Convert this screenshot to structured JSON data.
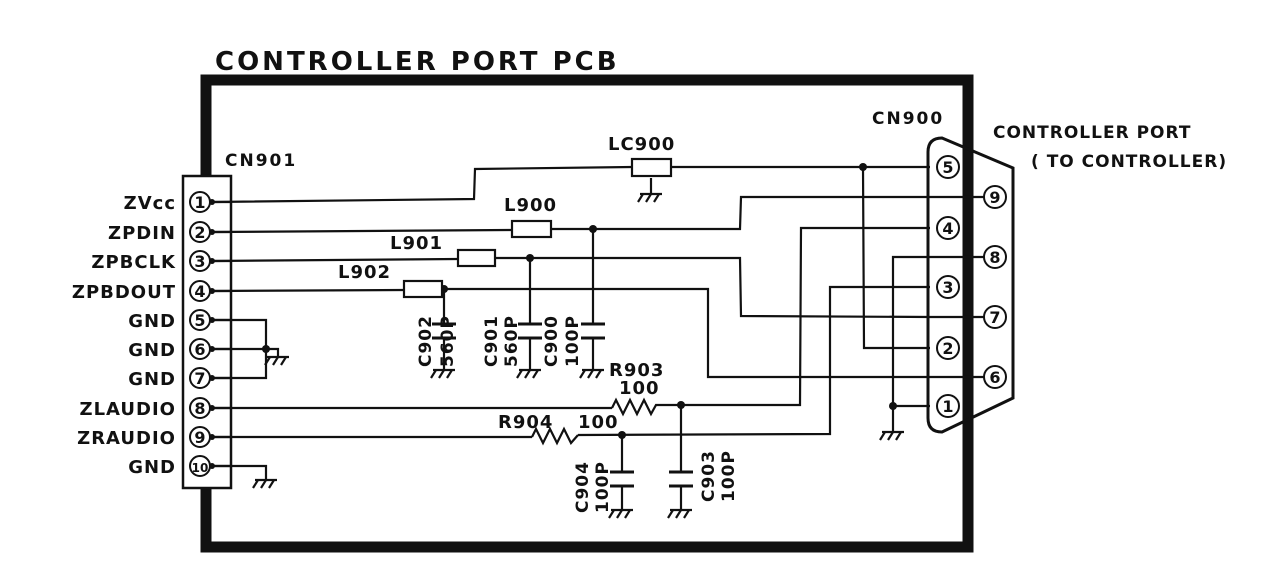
{
  "title": "CONTROLLER PORT PCB",
  "cn901": {
    "name": "CN901",
    "pins": [
      {
        "num": "1",
        "label": "ZVcc"
      },
      {
        "num": "2",
        "label": "ZPDIN"
      },
      {
        "num": "3",
        "label": "ZPBCLK"
      },
      {
        "num": "4",
        "label": "ZPBDOUT"
      },
      {
        "num": "5",
        "label": "GND"
      },
      {
        "num": "6",
        "label": "GND"
      },
      {
        "num": "7",
        "label": "GND"
      },
      {
        "num": "8",
        "label": "ZLAUDIO"
      },
      {
        "num": "9",
        "label": "ZRAUDIO"
      },
      {
        "num": "10",
        "label": "GND"
      }
    ]
  },
  "cn900": {
    "name": "CN900",
    "port_label": "CONTROLLER PORT",
    "port_sublabel": "( TO CONTROLLER)",
    "pins": [
      "1",
      "2",
      "3",
      "4",
      "5",
      "6",
      "7",
      "8",
      "9"
    ]
  },
  "components": {
    "lc900": "LC900",
    "l900": "L900",
    "l901": "L901",
    "l902": "L902",
    "c902_name": "C902",
    "c902_value": "560P",
    "c901_name": "C901",
    "c901_value": "560P",
    "c900_name": "C900",
    "c900_value": "100P",
    "r903_name": "R903",
    "r903_value": "100",
    "r904_name": "R904",
    "r904_value": "100",
    "c904_name": "C904",
    "c904_value": "100P",
    "c903_name": "C903",
    "c903_value": "100P"
  }
}
